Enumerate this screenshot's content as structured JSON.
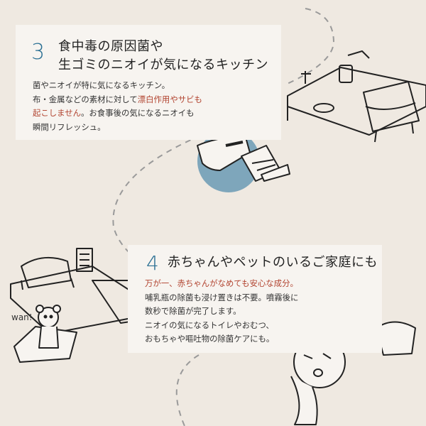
{
  "section3": {
    "number": "3",
    "title_line1": "食中毒の原因菌や",
    "title_line2": "生ゴミのニオイが気になるキッチン",
    "body": [
      [
        {
          "text": "菌やニオイが特に気になるキッチン。",
          "red": false
        }
      ],
      [
        {
          "text": "布・金属などの素材に対して",
          "red": false
        },
        {
          "text": "漂白作用やサビも",
          "red": true
        }
      ],
      [
        {
          "text": "起こしません",
          "red": true
        },
        {
          "text": "。お食事後の気になるニオイも",
          "red": false
        }
      ],
      [
        {
          "text": "瞬間リフレッシュ。",
          "red": false
        }
      ]
    ]
  },
  "section4": {
    "number": "4",
    "title": "赤ちゃんやペットのいるご家庭にも",
    "body": [
      [
        {
          "text": "万が一、赤ちゃんがなめても安心な成分。",
          "red": true
        }
      ],
      [
        {
          "text": "哺乳瓶の除菌も浸け置きは不要。噴霧後に",
          "red": false
        }
      ],
      [
        {
          "text": "数秒で除菌が完了します。",
          "red": false
        }
      ],
      [
        {
          "text": "ニオイの気になるトイレやおむつ、",
          "red": false
        }
      ],
      [
        {
          "text": "おもちゃや嘔吐物の除菌ケアにも。",
          "red": false
        }
      ]
    ]
  },
  "dog_label": "wan!",
  "colors": {
    "background": "#efe9e1",
    "card": "#f7f4f0",
    "accent_blue": "#2a6f93",
    "circle_blue": "#7ea6bb",
    "highlight_red": "#b24430"
  },
  "icons": [
    "kitchen-sink-icon",
    "cutting-board-icon",
    "sofa-icon",
    "pet-dog-icon",
    "baby-bottle-icon",
    "diaper-icon",
    "baby-face-icon"
  ]
}
